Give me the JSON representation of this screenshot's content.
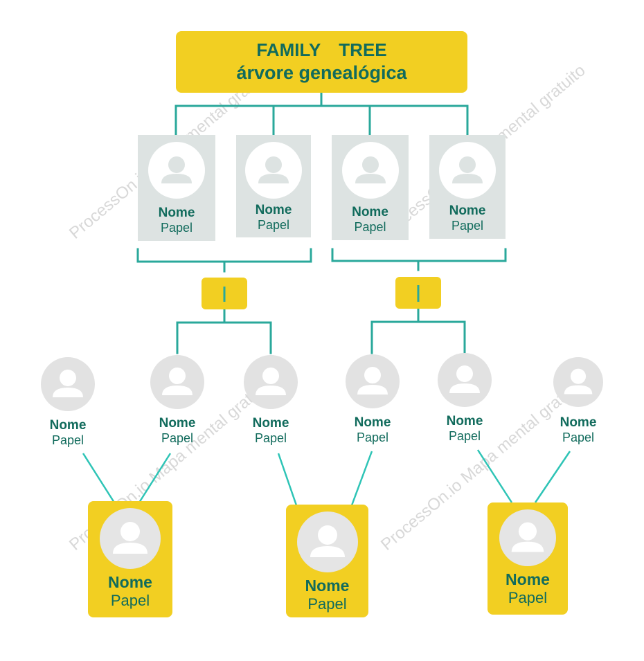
{
  "header": {
    "title_en": "FAMILY  TREE",
    "title_pt": "árvore genealógica"
  },
  "watermark": "ProcessOn.io Mapa mental gratuito",
  "colors": {
    "accent_yellow": "#f2cf22",
    "text_green": "#116b5c",
    "line_teal": "#2aa89b",
    "card_grey": "#dde3e2"
  },
  "grandparents": [
    {
      "name": "Nome",
      "role": "Papel"
    },
    {
      "name": "Nome",
      "role": "Papel"
    },
    {
      "name": "Nome",
      "role": "Papel"
    },
    {
      "name": "Nome",
      "role": "Papel"
    }
  ],
  "parents": [
    {
      "name": "Nome",
      "role": "Papel"
    },
    {
      "name": "Nome",
      "role": "Papel"
    },
    {
      "name": "Nome",
      "role": "Papel"
    },
    {
      "name": "Nome",
      "role": "Papel"
    },
    {
      "name": "Nome",
      "role": "Papel"
    },
    {
      "name": "Nome",
      "role": "Papel"
    }
  ],
  "children": [
    {
      "name": "Nome",
      "role": "Papel"
    },
    {
      "name": "Nome",
      "role": "Papel"
    },
    {
      "name": "Nome",
      "role": "Papel"
    }
  ],
  "icons": {
    "avatar": "person-silhouette-icon"
  }
}
